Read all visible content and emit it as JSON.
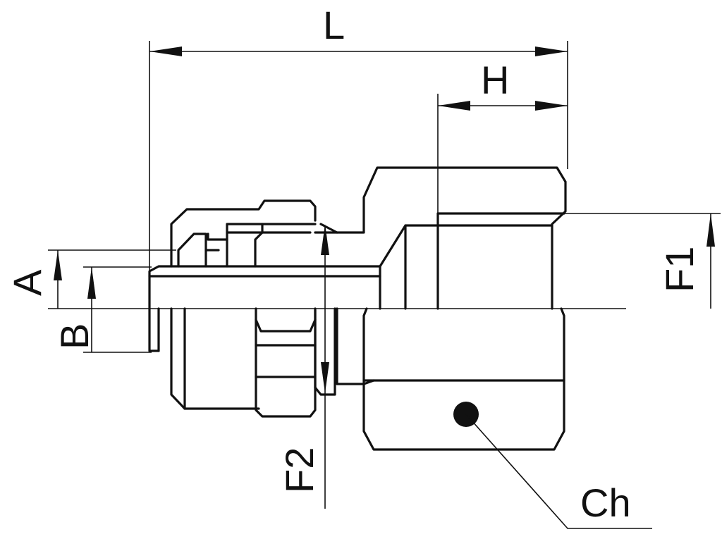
{
  "labels": {
    "L": "L",
    "H": "H",
    "A": "A",
    "B": "B",
    "F1": "F1",
    "F2": "F2",
    "Ch": "Ch"
  },
  "colors": {
    "ink": "#111111",
    "background": "#ffffff"
  }
}
